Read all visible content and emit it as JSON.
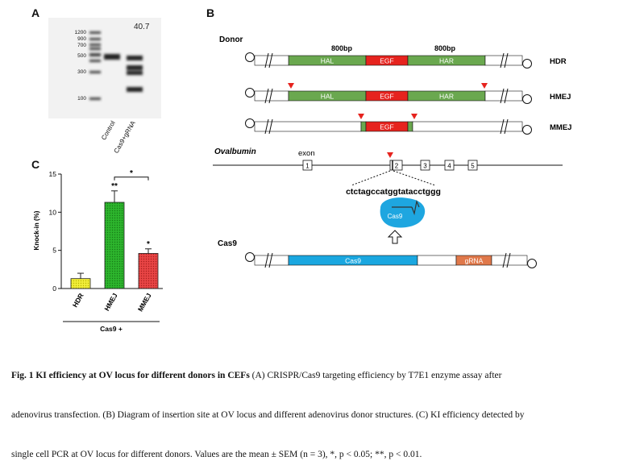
{
  "panelA": {
    "label": "A",
    "efficiency": "40.7",
    "ladder": [
      "1200",
      "900",
      "700",
      "500",
      "300",
      "100"
    ],
    "lanes": [
      "Control",
      "Cas9+gRNA"
    ]
  },
  "panelB": {
    "label": "B",
    "donor_title": "Donor",
    "arm_size_left": "800bp",
    "arm_size_right": "800bp",
    "constructs": [
      {
        "name": "HDR",
        "left": "HAL",
        "mid": "EGF",
        "right": "HAR"
      },
      {
        "name": "HMEJ",
        "left": "HAL",
        "mid": "EGF",
        "right": "HAR"
      },
      {
        "name": "MMEJ",
        "left": "",
        "mid": "EGF",
        "right": ""
      }
    ],
    "gene_name": "Ovalbumin",
    "exon_label": "exon",
    "exons": [
      "1",
      "2",
      "3",
      "4",
      "5"
    ],
    "target_sequence": "ctctagccatggtatacctggg",
    "cas9_protein": "Cas9",
    "cas9_title": "Cas9",
    "cas9_segment": "Cas9",
    "grna_segment": "gRNA",
    "colors": {
      "arm": "#6aa84f",
      "egf": "#e6231e",
      "cas9": "#1aa7e0",
      "grna": "#e0784a",
      "cut": "#e6231e"
    }
  },
  "panelC": {
    "label": "C",
    "chart_data": {
      "type": "bar",
      "categories": [
        "HDR",
        "HMEJ",
        "MMEJ"
      ],
      "values": [
        1.3,
        11.3,
        4.6
      ],
      "errors": [
        0.7,
        1.5,
        0.6
      ],
      "significance": [
        "",
        "**",
        "*"
      ],
      "comparison": {
        "between": [
          "HMEJ",
          "MMEJ"
        ],
        "label": "*"
      },
      "ylabel": "Knock-in (%)",
      "ylim": [
        0,
        15
      ],
      "yticks": [
        "0",
        "5",
        "10",
        "15"
      ],
      "group_label": "Cas9 +",
      "colors": [
        "#f2ee3a",
        "#2db52d",
        "#e84545"
      ]
    }
  },
  "caption": {
    "bold": "Fig. 1 KI efficiency at OV locus for different donors in CEFs",
    "line1": " (A) CRISPR/Cas9 targeting efficiency by T7E1 enzyme assay after",
    "line2": "adenovirus transfection. (B) Diagram of insertion site at OV locus and different adenovirus donor structures. (C) KI efficiency detected by",
    "line3": "single cell PCR at OV locus for different donors. Values are the mean ± SEM (n = 3), *, p < 0.05; **, p < 0.01."
  }
}
